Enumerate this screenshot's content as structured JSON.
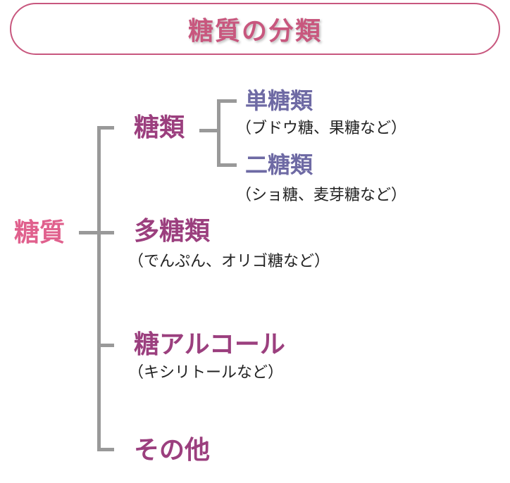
{
  "title": "糖質の分類",
  "root": {
    "label": "糖質"
  },
  "branches": [
    {
      "label": "糖類"
    },
    {
      "label": "多糖類",
      "note": "（でんぷん、オリゴ糖など）"
    },
    {
      "label": "糖アルコール",
      "note": "（キシリトールなど）"
    },
    {
      "label": "その他"
    }
  ],
  "sub_branches": [
    {
      "label": "単糖類",
      "note": "（ブドウ糖、果糖など）"
    },
    {
      "label": "二糖類",
      "note": "（ショ糖、麦芽糖など）"
    }
  ],
  "colors": {
    "title": "#c8577e",
    "root": "#e0608d",
    "level1": "#9b3f7e",
    "level2": "#6e6aa4",
    "connector": "#999999"
  }
}
